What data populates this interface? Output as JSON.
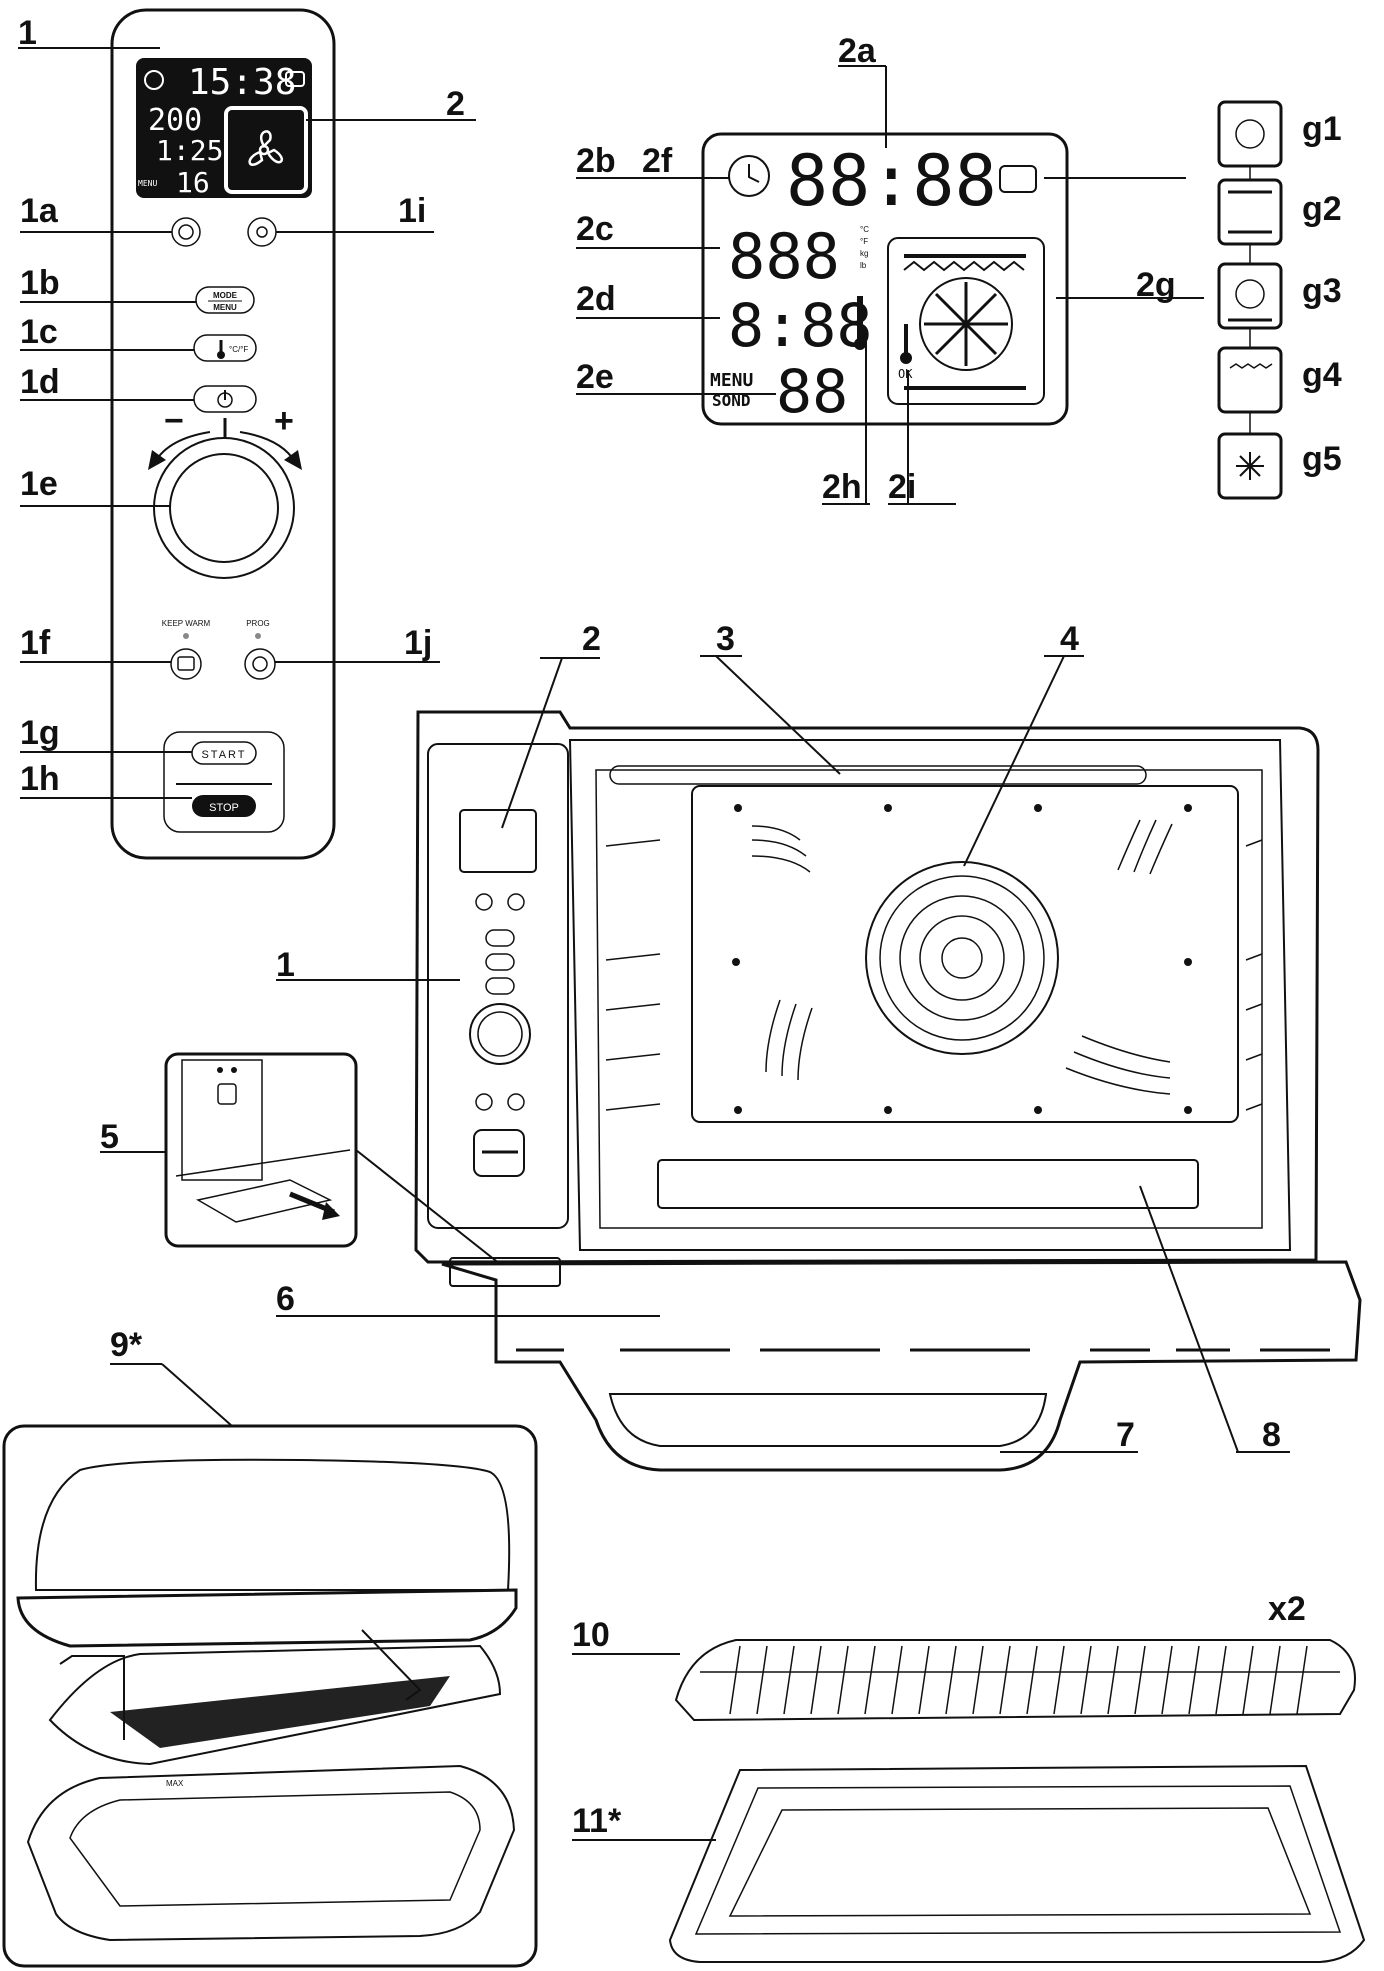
{
  "panel": {
    "display_time": "15:38",
    "display_temp": "200",
    "display_time2": "1:25",
    "display_menu_label": "MENU",
    "display_menu_num": "16",
    "mode_label": "MODE",
    "menu_label": "MENU",
    "temp_label": "°C/°F",
    "keep_warm_label": "KEEP WARM",
    "prog_label": "PROG",
    "start_label": "START",
    "stop_label": "STOP",
    "minus": "−",
    "plus": "+"
  },
  "lcd": {
    "digits_main": "88:88",
    "digits_temp": "888",
    "digits_time": "8:88",
    "digits_menu": "88",
    "menu_label": "MENU",
    "sond_label": "SOND",
    "units": [
      "°C",
      "°F",
      "kg",
      "lb"
    ],
    "ok_label": "OK"
  },
  "callouts": {
    "c1": "1",
    "c2": "2",
    "c1a": "1a",
    "c1i": "1i",
    "c1b": "1b",
    "c1c": "1c",
    "c1d": "1d",
    "c1e": "1e",
    "c1f": "1f",
    "c1j": "1j",
    "c1g": "1g",
    "c1h": "1h",
    "c2a": "2a",
    "c2b": "2b",
    "c2f": "2f",
    "c2c": "2c",
    "c2d": "2d",
    "c2e": "2e",
    "c2g": "2g",
    "c2h": "2h",
    "c2i": "2i",
    "g1": "g1",
    "g2": "g2",
    "g3": "g3",
    "g4": "g4",
    "g5": "g5",
    "o1": "1",
    "o2": "2",
    "o3": "3",
    "o4": "4",
    "o5": "5",
    "o6": "6",
    "o7": "7",
    "o8": "8",
    "o9": "9*",
    "o10": "10",
    "x2": "x2",
    "o11": "11*",
    "max_label": "MAX"
  }
}
